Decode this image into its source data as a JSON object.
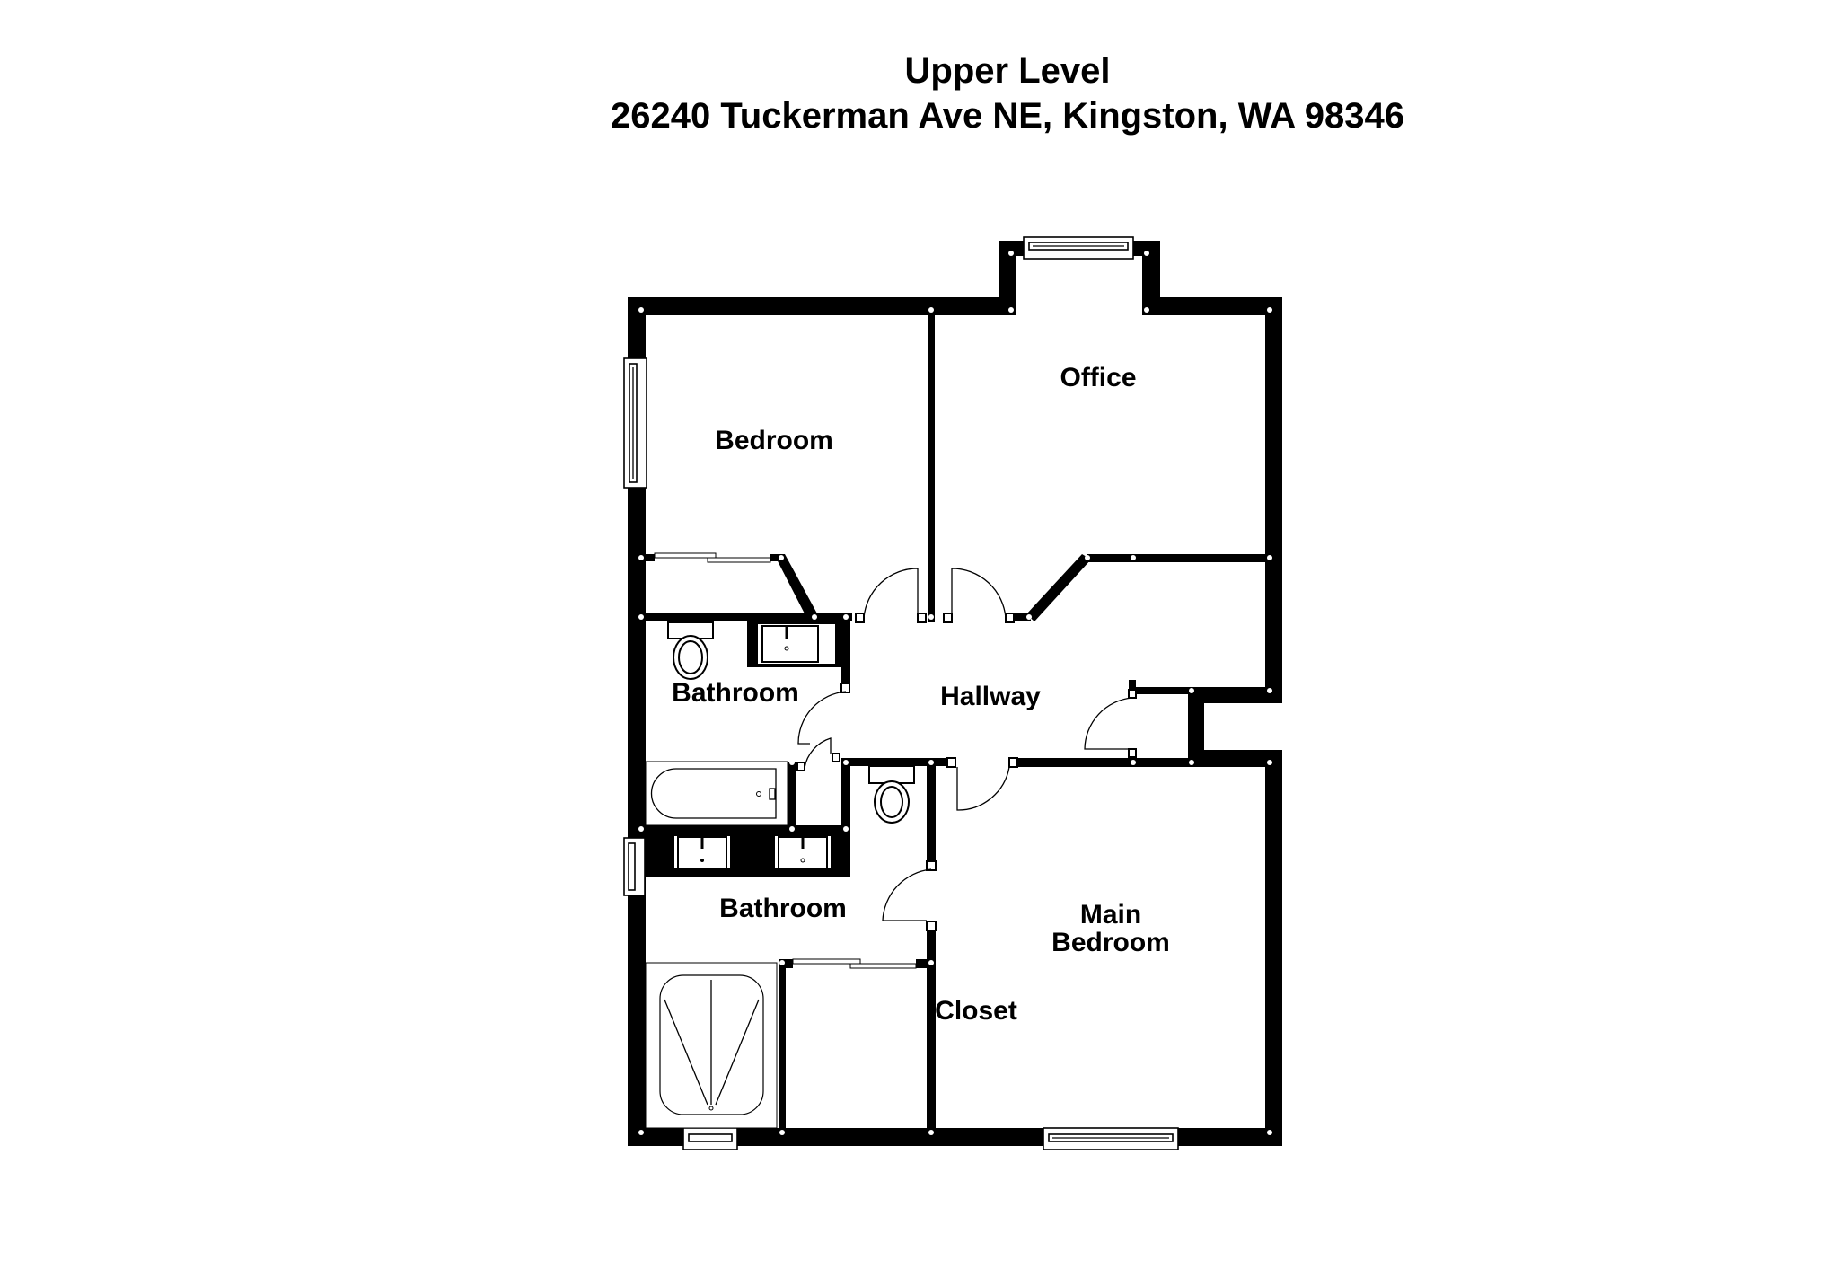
{
  "header": {
    "title": "Upper Level",
    "address": "26240 Tuckerman Ave NE, Kingston, WA 98346"
  },
  "rooms": {
    "bedroom": "Bedroom",
    "office": "Office",
    "hallway": "Hallway",
    "bathroom_1": "Bathroom",
    "bathroom_2": "Bathroom",
    "closet": "Closet",
    "main_bedroom_line1": "Main",
    "main_bedroom_line2": "Bedroom"
  },
  "colors": {
    "wall": "#000000",
    "background": "#ffffff"
  }
}
